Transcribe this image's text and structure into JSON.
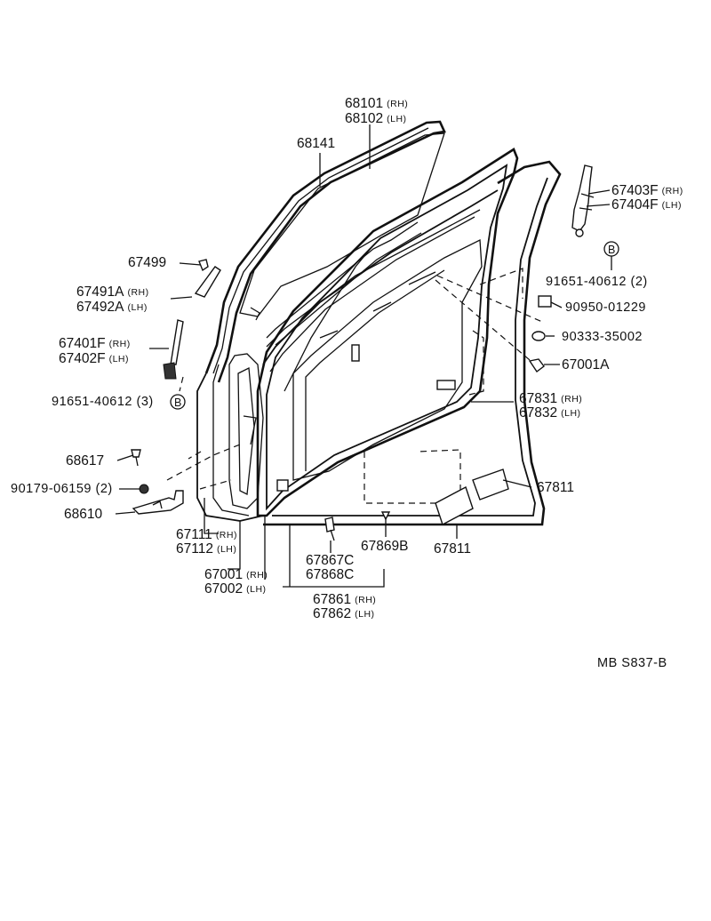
{
  "callouts": {
    "c68101": {
      "num": "68101",
      "side": "(RH)"
    },
    "c68102": {
      "num": "68102",
      "side": "(LH)"
    },
    "c68141": {
      "num": "68141"
    },
    "c67403F": {
      "num": "67403F",
      "side": "(RH)"
    },
    "c67404F": {
      "num": "67404F",
      "side": "(LH)"
    },
    "c67499": {
      "num": "67499"
    },
    "cB1": {
      "text": "B"
    },
    "c91651r": {
      "text": "91651-40612 (2)"
    },
    "c67491A": {
      "num": "67491A",
      "side": "(RH)"
    },
    "c67492A": {
      "num": "67492A",
      "side": "(LH)"
    },
    "c90950": {
      "text": "90950-01229"
    },
    "c90333": {
      "text": "90333-35002"
    },
    "c67401F": {
      "num": "67401F",
      "side": "(RH)"
    },
    "c67402F": {
      "num": "67402F",
      "side": "(LH)"
    },
    "c67001A": {
      "text": "67001A"
    },
    "c91651l": {
      "text": "91651-40612 (3)"
    },
    "cB2": {
      "text": "B"
    },
    "c67831": {
      "num": "67831",
      "side": "(RH)"
    },
    "c67832": {
      "num": "67832",
      "side": "(LH)"
    },
    "c68617": {
      "num": "68617"
    },
    "c90179": {
      "text": "90179-06159 (2)"
    },
    "c67811a": {
      "num": "67811"
    },
    "c68610": {
      "num": "68610"
    },
    "c67111": {
      "num": "67111",
      "side": "(RH)"
    },
    "c67112": {
      "num": "67112",
      "side": "(LH)"
    },
    "c67867C": {
      "num": "67867C"
    },
    "c67868C": {
      "num": "67868C"
    },
    "c67869B": {
      "num": "67869B"
    },
    "c67811b": {
      "num": "67811"
    },
    "c67001": {
      "num": "67001",
      "side": "(RH)"
    },
    "c67002": {
      "num": "67002",
      "side": "(LH)"
    },
    "c67861": {
      "num": "67861",
      "side": "(RH)"
    },
    "c67862": {
      "num": "67862",
      "side": "(LH)"
    }
  },
  "diagram_code": "MB  S837-B"
}
